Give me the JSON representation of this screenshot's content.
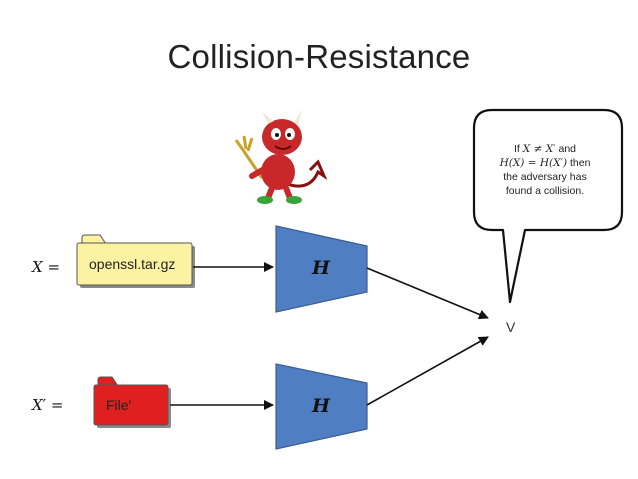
{
  "slide": {
    "title": "Collision-Resistance"
  },
  "inputs": [
    {
      "variable": "X =",
      "file_label": "openssl.tar.gz",
      "folder_color": "#fdf2a2"
    },
    {
      "variable": "X′ =",
      "file_label": "File′",
      "folder_color": "#e02020"
    }
  ],
  "hash": {
    "label": "H",
    "color": "#4f7ec2"
  },
  "bubble": {
    "line1_prefix": "If",
    "line1_math": "X ≠ X′",
    "line1_suffix": "and",
    "line2_math": "H(X) = H(X′)",
    "line2_suffix": "then",
    "line3": "the adversary has",
    "line4": "found a collision."
  },
  "result_mark": "V",
  "icons": {
    "mascot": "devil-mascot-icon"
  }
}
